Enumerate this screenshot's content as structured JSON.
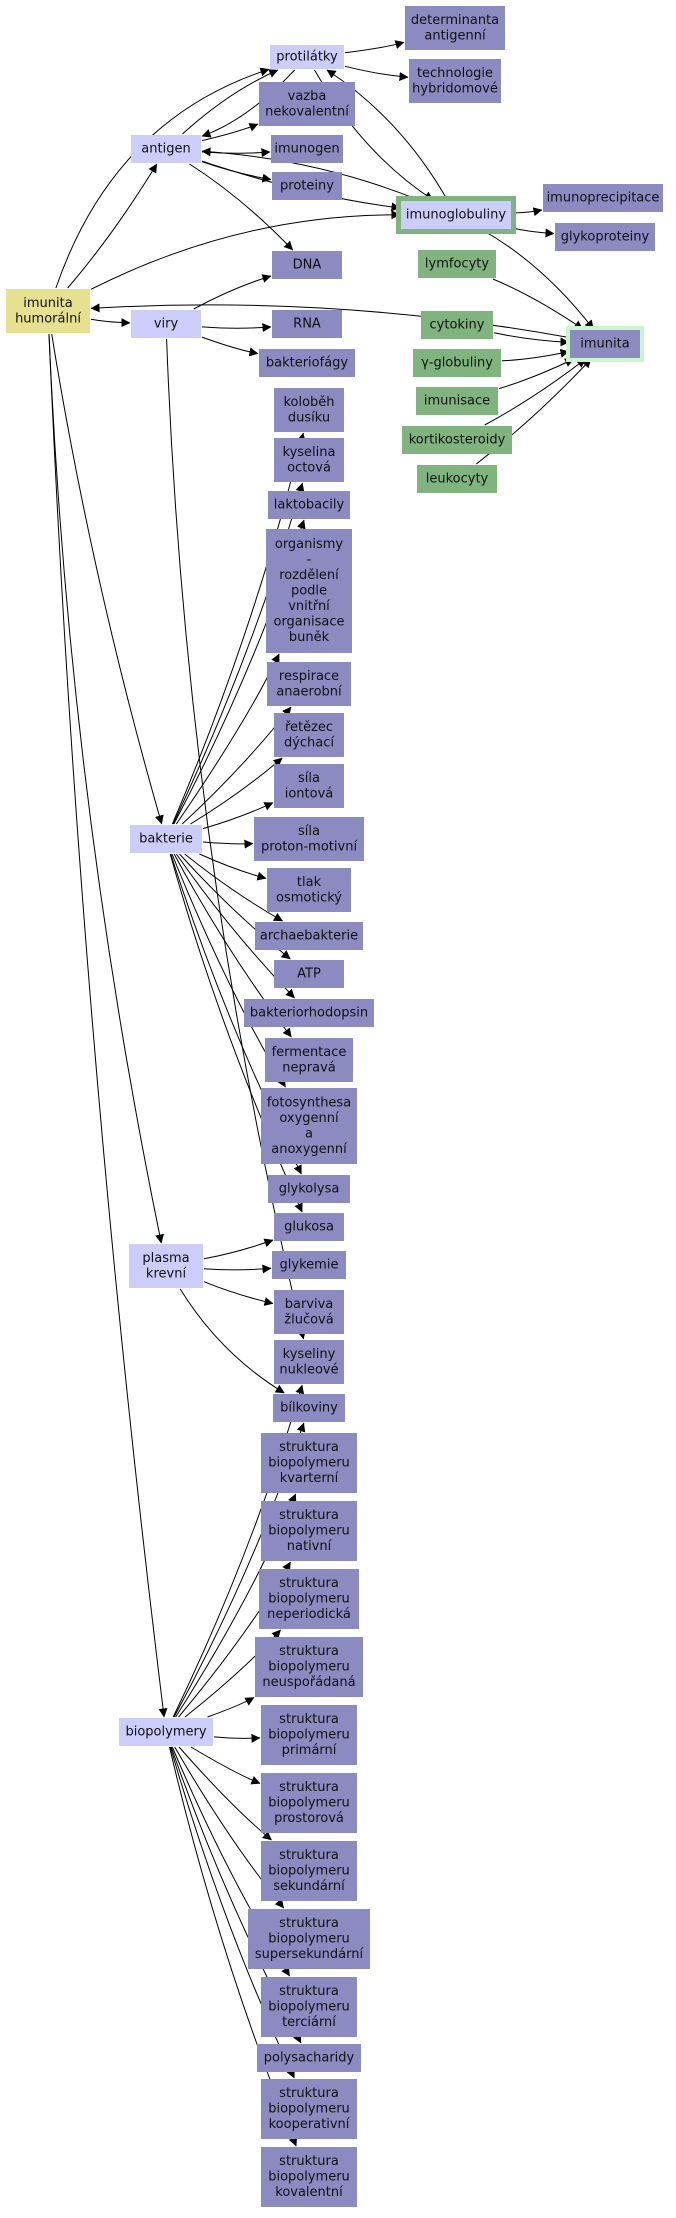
{
  "colors": {
    "root": "#e5e18e",
    "category": "#cdcdfb",
    "leaf": "#8b8bc2",
    "green": "#7fb47f",
    "highlight_border": "#7fb47f",
    "edge": "#000000"
  },
  "nodes": {
    "imunita_humoralni": [
      "imunita",
      "humorální"
    ],
    "antigen": [
      "antigen"
    ],
    "protilatky": [
      "protilátky"
    ],
    "determinanta_antigenni": [
      "determinanta",
      "antigenní"
    ],
    "technologie_hybridomove": [
      "technologie",
      "hybridomové"
    ],
    "vazba_nekovalentni": [
      "vazba",
      "nekovalentní"
    ],
    "imunogen": [
      "imunogen"
    ],
    "proteiny": [
      "proteiny"
    ],
    "imunoglobuliny": [
      "imunoglobuliny"
    ],
    "imunoprecipitace": [
      "imunoprecipitace"
    ],
    "glykoproteiny": [
      "glykoproteiny"
    ],
    "dna": [
      "DNA"
    ],
    "lymfocyty": [
      "lymfocyty"
    ],
    "viry": [
      "viry"
    ],
    "rna": [
      "RNA"
    ],
    "bakteriofagy": [
      "bakteriofágy"
    ],
    "cytokiny": [
      "cytokiny"
    ],
    "imunita": [
      "imunita"
    ],
    "gama_globuliny": [
      "γ-globuliny"
    ],
    "imunisace": [
      "imunisace"
    ],
    "kortikosteroidy": [
      "kortikosteroidy"
    ],
    "leukocyty": [
      "leukocyty"
    ],
    "kolobeh_dusiku": [
      "koloběh",
      "dusíku"
    ],
    "kyselina_octova": [
      "kyselina",
      "octová"
    ],
    "laktobacily": [
      "laktobacily"
    ],
    "organismy": [
      "organismy",
      "-",
      "rozdělení",
      "podle",
      "vnitřní",
      "organisace",
      "buněk"
    ],
    "respirace_anaerobni": [
      "respirace",
      "anaerobní"
    ],
    "retezec_dychaci": [
      "řetězec",
      "dýchací"
    ],
    "sila_iontova": [
      "síla",
      "iontová"
    ],
    "bakterie": [
      "bakterie"
    ],
    "sila_proton_motivni": [
      "síla",
      "proton-motivní"
    ],
    "tlak_osmoticky": [
      "tlak",
      "osmotický"
    ],
    "archaebakterie": [
      "archaebakterie"
    ],
    "atp": [
      "ATP"
    ],
    "bakteriorhodopsin": [
      "bakteriorhodopsin"
    ],
    "fermentace_nepravá": [
      "fermentace",
      "nepravá"
    ],
    "fotosynthesa": [
      "fotosynthesa",
      "oxygenní",
      "a",
      "anoxygenní"
    ],
    "glykolysa": [
      "glykolysa"
    ],
    "glukosa": [
      "glukosa"
    ],
    "plasma_krevni": [
      "plasma",
      "krevní"
    ],
    "glykemie": [
      "glykemie"
    ],
    "barviva_zlucova": [
      "barviva",
      "žlučová"
    ],
    "kyseliny_nukleove": [
      "kyseliny",
      "nukleové"
    ],
    "bilkoviny": [
      "bílkoviny"
    ],
    "s_kvarterni": [
      "struktura",
      "biopolymeru",
      "kvarterní"
    ],
    "s_nativni": [
      "struktura",
      "biopolymeru",
      "nativní"
    ],
    "s_neperiodicka": [
      "struktura",
      "biopolymeru",
      "neperiodická"
    ],
    "s_neusporadana": [
      "struktura",
      "biopolymeru",
      "neuspořádaná"
    ],
    "biopolymery": [
      "biopolymery"
    ],
    "s_primarni": [
      "struktura",
      "biopolymeru",
      "primární"
    ],
    "s_prostorova": [
      "struktura",
      "biopolymeru",
      "prostorová"
    ],
    "s_sekundarni": [
      "struktura",
      "biopolymeru",
      "sekundární"
    ],
    "s_supersekundarni": [
      "struktura",
      "biopolymeru",
      "supersekundární"
    ],
    "s_terciarni": [
      "struktura",
      "biopolymeru",
      "terciární"
    ],
    "polysacharidy": [
      "polysacharidy"
    ],
    "s_kooperativni": [
      "struktura",
      "biopolymeru",
      "kooperativní"
    ],
    "s_kovalentni": [
      "struktura",
      "biopolymeru",
      "kovalentní"
    ]
  },
  "edges": [
    [
      "imunita_humoralni",
      "antigen"
    ],
    [
      "imunita_humoralni",
      "protilatky"
    ],
    [
      "imunita_humoralni",
      "imunoglobuliny"
    ],
    [
      "imunita_humoralni",
      "viry"
    ],
    [
      "imunita_humoralni",
      "bakterie"
    ],
    [
      "imunita_humoralni",
      "plasma_krevni"
    ],
    [
      "imunita_humoralni",
      "biopolymery"
    ],
    [
      "imunita",
      "imunita_humoralni"
    ],
    [
      "antigen",
      "protilatky"
    ],
    [
      "antigen",
      "vazba_nekovalentni"
    ],
    [
      "antigen",
      "imunogen"
    ],
    [
      "antigen",
      "proteiny"
    ],
    [
      "antigen",
      "dna"
    ],
    [
      "antigen",
      "imunoglobuliny"
    ],
    [
      "protilatky",
      "antigen"
    ],
    [
      "protilatky",
      "determinanta_antigenni"
    ],
    [
      "protilatky",
      "technologie_hybridomove"
    ],
    [
      "protilatky",
      "imunoglobuliny"
    ],
    [
      "imunoglobuliny",
      "protilatky"
    ],
    [
      "imunoglobuliny",
      "antigen"
    ],
    [
      "imunoglobuliny",
      "imunoprecipitace"
    ],
    [
      "imunoglobuliny",
      "glykoproteiny"
    ],
    [
      "imunoglobuliny",
      "imunita"
    ],
    [
      "lymfocyty",
      "imunita"
    ],
    [
      "cytokiny",
      "imunita"
    ],
    [
      "gama_globuliny",
      "imunita"
    ],
    [
      "imunisace",
      "imunita"
    ],
    [
      "kortikosteroidy",
      "imunita"
    ],
    [
      "leukocyty",
      "imunita"
    ],
    [
      "viry",
      "dna"
    ],
    [
      "viry",
      "rna"
    ],
    [
      "viry",
      "bakteriofagy"
    ],
    [
      "viry",
      "kyseliny_nukleove"
    ],
    [
      "bakterie",
      "kolobeh_dusiku"
    ],
    [
      "bakterie",
      "kyselina_octova"
    ],
    [
      "bakterie",
      "laktobacily"
    ],
    [
      "bakterie",
      "organismy"
    ],
    [
      "bakterie",
      "respirace_anaerobni"
    ],
    [
      "bakterie",
      "retezec_dychaci"
    ],
    [
      "bakterie",
      "sila_iontova"
    ],
    [
      "bakterie",
      "sila_proton_motivni"
    ],
    [
      "bakterie",
      "tlak_osmoticky"
    ],
    [
      "bakterie",
      "archaebakterie"
    ],
    [
      "bakterie",
      "atp"
    ],
    [
      "bakterie",
      "bakteriorhodopsin"
    ],
    [
      "bakterie",
      "fermentace_nepravá"
    ],
    [
      "bakterie",
      "fotosynthesa"
    ],
    [
      "bakterie",
      "glykolysa"
    ],
    [
      "bakterie",
      "glukosa"
    ],
    [
      "plasma_krevni",
      "glukosa"
    ],
    [
      "plasma_krevni",
      "glykemie"
    ],
    [
      "plasma_krevni",
      "barviva_zlucova"
    ],
    [
      "plasma_krevni",
      "bilkoviny"
    ],
    [
      "biopolymery",
      "kyseliny_nukleove"
    ],
    [
      "biopolymery",
      "bilkoviny"
    ],
    [
      "biopolymery",
      "s_kvarterni"
    ],
    [
      "biopolymery",
      "s_nativni"
    ],
    [
      "biopolymery",
      "s_neperiodicka"
    ],
    [
      "biopolymery",
      "s_neusporadana"
    ],
    [
      "biopolymery",
      "s_primarni"
    ],
    [
      "biopolymery",
      "s_prostorova"
    ],
    [
      "biopolymery",
      "s_sekundarni"
    ],
    [
      "biopolymery",
      "s_supersekundarni"
    ],
    [
      "biopolymery",
      "s_terciarni"
    ],
    [
      "biopolymery",
      "polysacharidy"
    ],
    [
      "biopolymery",
      "s_kooperativni"
    ],
    [
      "biopolymery",
      "s_kovalentni"
    ]
  ]
}
